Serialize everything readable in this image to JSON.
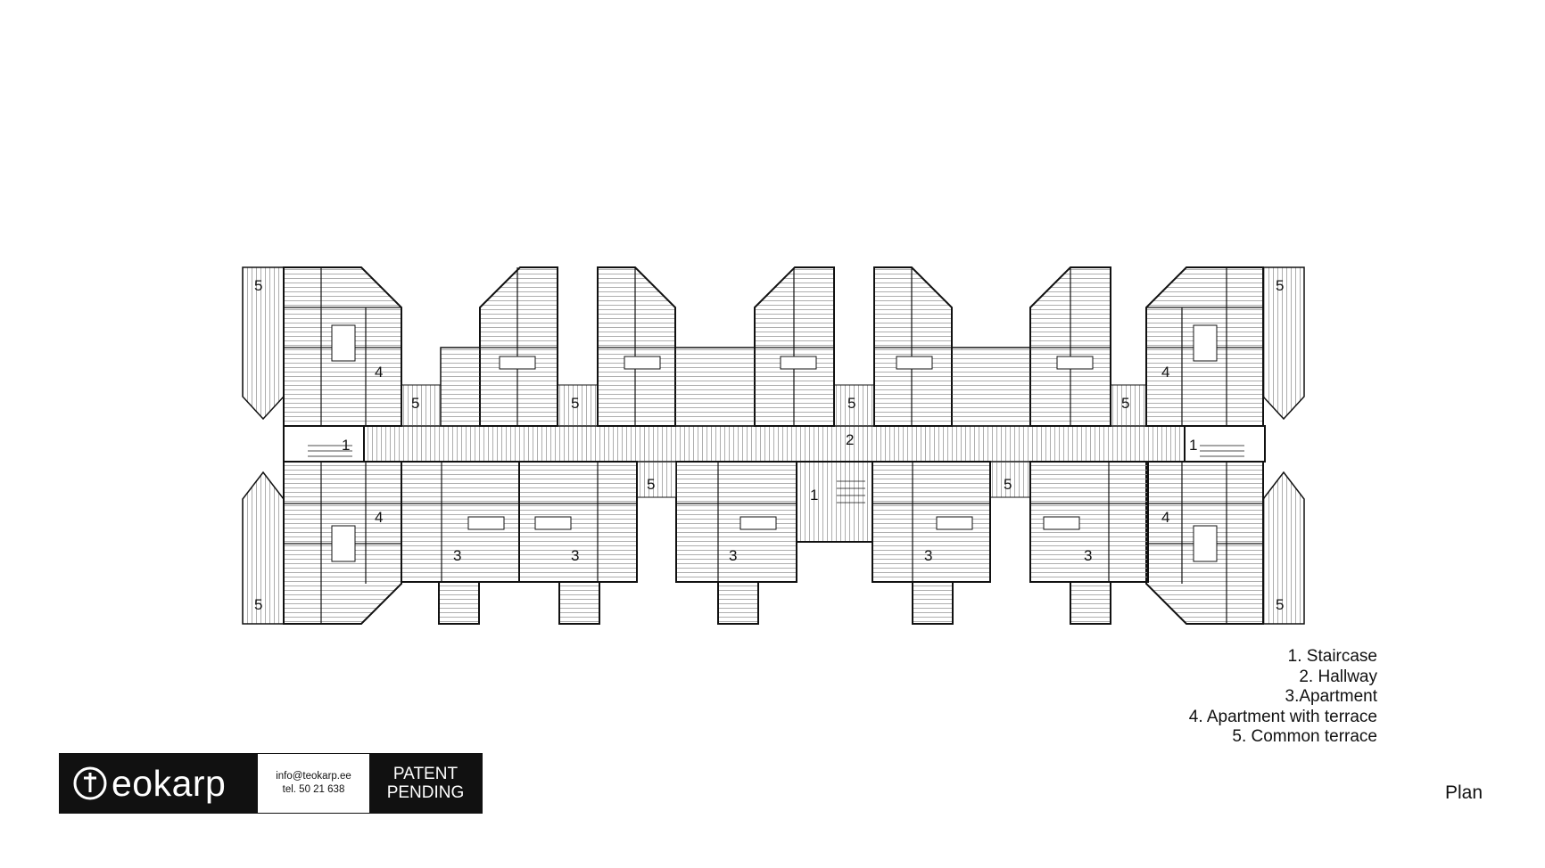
{
  "legend": {
    "items": [
      "1. Staircase",
      "2. Hallway",
      "3.Apartment",
      "4. Apartment with terrace",
      "5. Common terrace"
    ]
  },
  "sheet_title": "Plan",
  "brand": {
    "name": "eokarp",
    "email": "info@teokarp.ee",
    "phone": "tel. 50 21 638",
    "patent_line1": "PATENT",
    "patent_line2": "PENDING"
  },
  "plan_labels": {
    "staircase": "1",
    "hallway": "2",
    "apartment": "3",
    "apartment_with_terrace": "4",
    "common_terrace": "5"
  },
  "colors": {
    "ink": "#111111",
    "paper": "#ffffff",
    "hatch": "#9a9a9a"
  }
}
